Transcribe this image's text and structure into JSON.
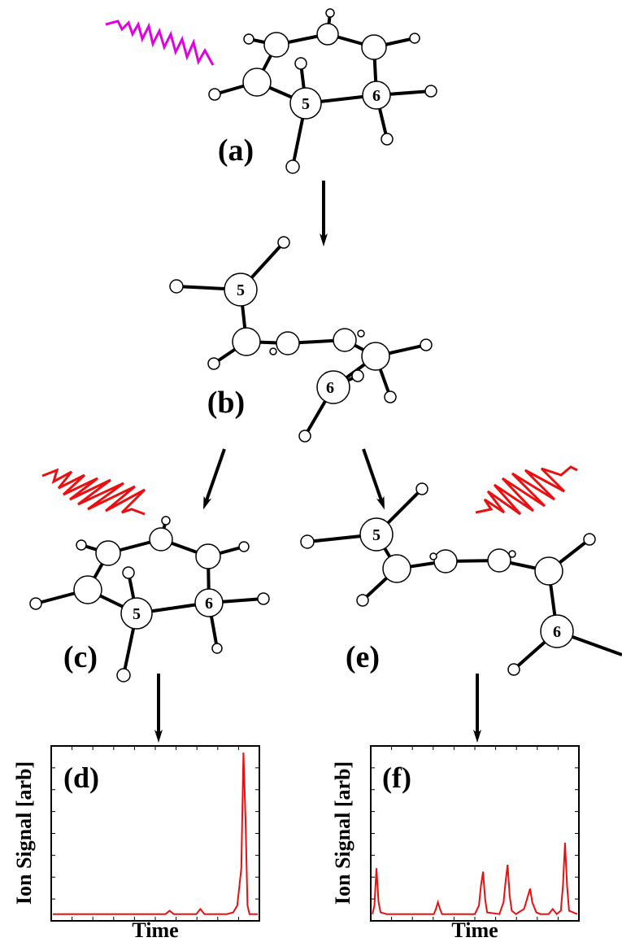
{
  "panels": {
    "a": "(a)",
    "b": "(b)",
    "c": "(c)",
    "d": "(d)",
    "e": "(e)",
    "f": "(f)"
  },
  "atom_labels": {
    "five": "5",
    "six": "6"
  },
  "colors": {
    "pump_pulse": "#e000e0",
    "probe_pulse": "#e81010",
    "signal": "#e81010",
    "ink": "#000000"
  },
  "chart_data": [
    {
      "type": "line",
      "title": "(d)",
      "xlabel": "Time",
      "ylabel": "Ion Signal [arb]",
      "xlim": [
        0,
        100
      ],
      "ylim": [
        0,
        100
      ],
      "series": [
        {
          "x": [
            0,
            55,
            57,
            59,
            70,
            72,
            74,
            85,
            88,
            90,
            92,
            93,
            94,
            95,
            96,
            97,
            100
          ],
          "y": [
            3,
            3,
            5,
            3,
            3,
            6,
            3,
            3,
            4,
            8,
            30,
            98,
            60,
            8,
            3,
            3,
            3
          ]
        }
      ]
    },
    {
      "type": "line",
      "title": "(f)",
      "xlabel": "Time",
      "ylabel": "Ion Signal [arb]",
      "xlim": [
        0,
        100
      ],
      "ylim": [
        0,
        100
      ],
      "series": [
        {
          "x": [
            0,
            1,
            2,
            3,
            4,
            7,
            30,
            31,
            32,
            33,
            34,
            50,
            52,
            53,
            54,
            55,
            56,
            62,
            64,
            65,
            66,
            67,
            68,
            70,
            74,
            76,
            77,
            78,
            80,
            82,
            86,
            88,
            90,
            92,
            93,
            94,
            95,
            96,
            100
          ],
          "y": [
            3,
            8,
            30,
            10,
            4,
            3,
            3,
            6,
            10,
            6,
            3,
            3,
            8,
            20,
            28,
            12,
            4,
            3,
            10,
            22,
            32,
            14,
            5,
            3,
            6,
            14,
            18,
            10,
            4,
            3,
            3,
            6,
            3,
            5,
            20,
            45,
            20,
            5,
            3
          ]
        }
      ]
    }
  ]
}
